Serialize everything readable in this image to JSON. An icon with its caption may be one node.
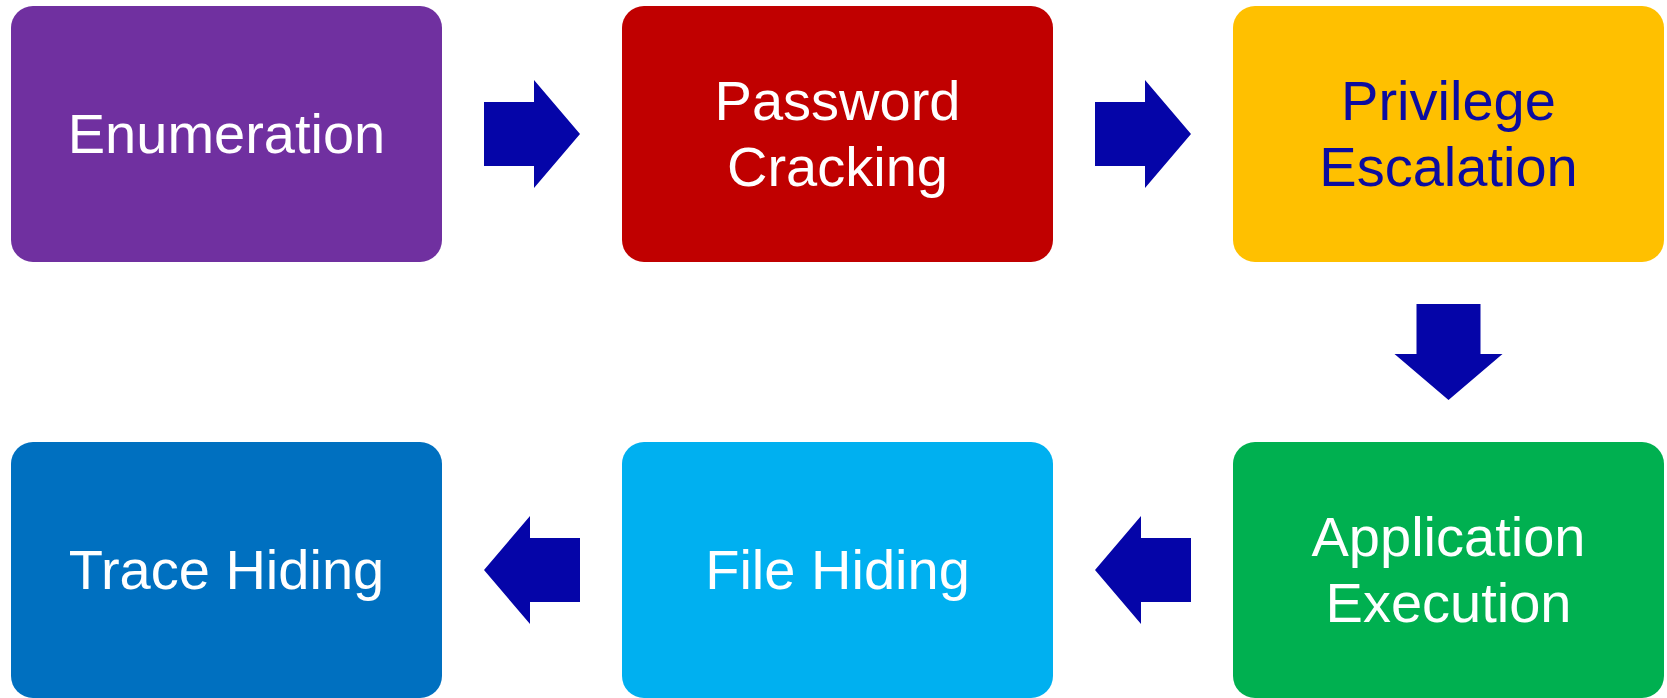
{
  "diagram": {
    "nodes": [
      {
        "text": [
          "Enumeration"
        ]
      },
      {
        "text": [
          "Password Cracking"
        ]
      },
      {
        "text": [
          "Privilege Escalation"
        ]
      },
      {
        "text": [
          "Application Execution"
        ]
      },
      {
        "text": [
          "File Hiding"
        ]
      },
      {
        "text": [
          "Trace Hiding"
        ]
      }
    ],
    "edges": [
      {
        "from": 0,
        "to": 1,
        "arrow": "to"
      },
      {
        "from": 1,
        "to": 2,
        "arrow": "to"
      },
      {
        "from": 2,
        "to": 3,
        "arrow": "to"
      },
      {
        "from": 3,
        "to": 4,
        "arrow": "to"
      },
      {
        "from": 4,
        "to": 5,
        "arrow": "to"
      }
    ]
  }
}
